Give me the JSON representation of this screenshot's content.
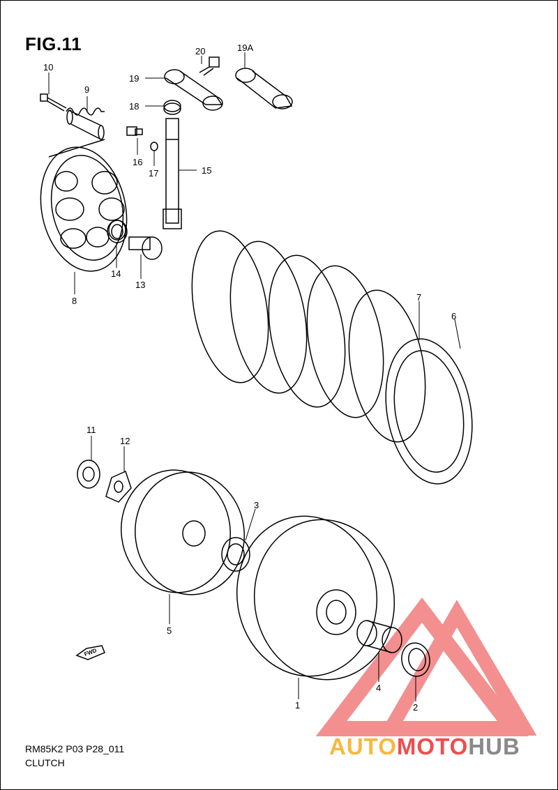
{
  "figure": {
    "title": "FIG.11",
    "code": "RM85K2 P03 P28_011",
    "section": "CLUTCH"
  },
  "parts": [
    {
      "id": "p1",
      "label": "1"
    },
    {
      "id": "p2",
      "label": "2"
    },
    {
      "id": "p3",
      "label": "3"
    },
    {
      "id": "p4",
      "label": "4"
    },
    {
      "id": "p5",
      "label": "5"
    },
    {
      "id": "p6",
      "label": "6"
    },
    {
      "id": "p7",
      "label": "7"
    },
    {
      "id": "p8",
      "label": "8"
    },
    {
      "id": "p9",
      "label": "9"
    },
    {
      "id": "p10",
      "label": "10"
    },
    {
      "id": "p11",
      "label": "11"
    },
    {
      "id": "p12",
      "label": "12"
    },
    {
      "id": "p13",
      "label": "13"
    },
    {
      "id": "p14",
      "label": "14"
    },
    {
      "id": "p15",
      "label": "15"
    },
    {
      "id": "p16",
      "label": "16"
    },
    {
      "id": "p17",
      "label": "17"
    },
    {
      "id": "p18",
      "label": "18"
    },
    {
      "id": "p19",
      "label": "19"
    },
    {
      "id": "p19a",
      "label": "19A"
    },
    {
      "id": "p20",
      "label": "20"
    }
  ],
  "direction_marker": "FWD",
  "watermark": {
    "part1": "AUTO",
    "part2": "MOTO",
    "part3": "HUB",
    "colors": {
      "yellow": "#f5b93f",
      "red": "#ef4d4d",
      "gray": "#8a8a8a"
    }
  }
}
